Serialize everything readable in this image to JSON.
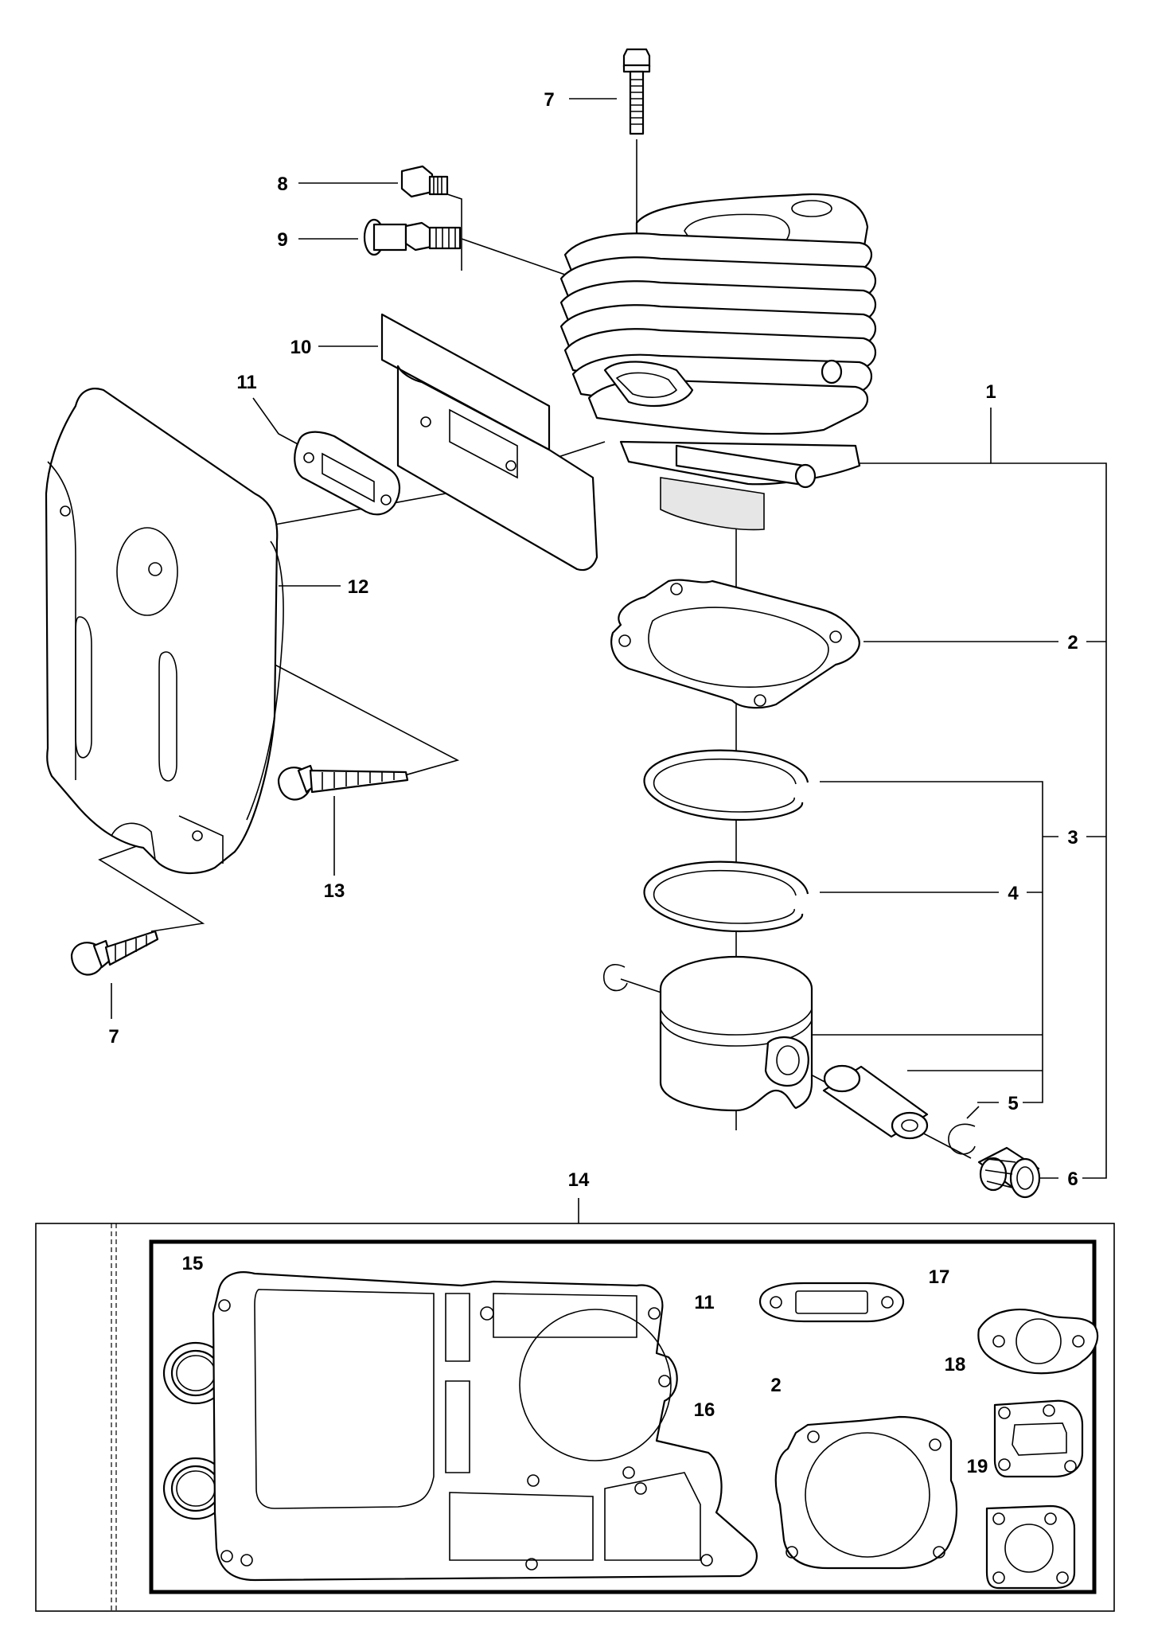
{
  "callouts": {
    "c1": "1",
    "c2": "2",
    "c3": "3",
    "c4": "4",
    "c5": "5",
    "c6": "6",
    "c7a": "7",
    "c7b": "7",
    "c8": "8",
    "c9": "9",
    "c10": "10",
    "c11a": "11",
    "c12": "12",
    "c13": "13",
    "c14": "14",
    "c15": "15",
    "c16": "16",
    "c11b": "11",
    "c17": "17",
    "c2b": "2",
    "c18": "18",
    "c19": "19"
  },
  "icons": {
    "bolt": "bolt-icon",
    "plug": "plug-icon",
    "valve": "valve-icon",
    "gasket": "gasket-icon",
    "muffler": "muffler-icon",
    "cylinder": "cylinder-icon",
    "ring": "piston-ring-icon",
    "piston": "piston-icon",
    "pin": "piston-pin-icon",
    "circlip": "circlip-icon",
    "bearing": "needle-bearing-icon",
    "seal": "oil-seal-icon"
  }
}
